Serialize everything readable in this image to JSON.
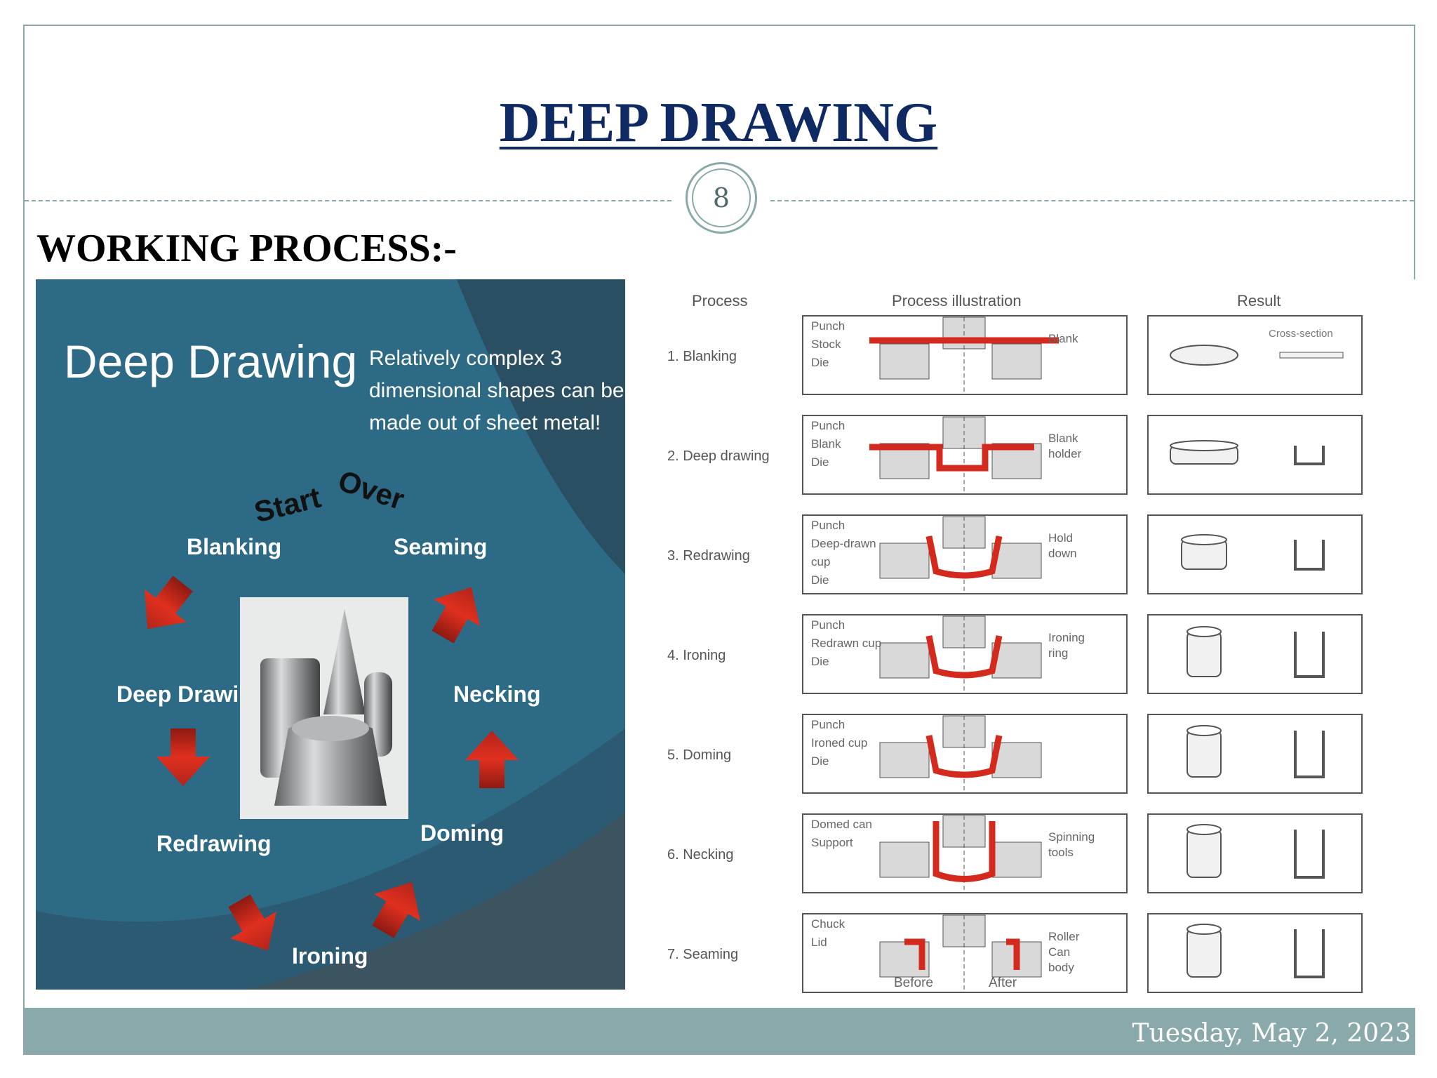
{
  "slide": {
    "title": "DEEP DRAWING",
    "page_number": "8",
    "subtitle": "WORKING PROCESS:-",
    "date": "Tuesday, May 2, 2023"
  },
  "cycle_diagram": {
    "heading": "Deep Drawing",
    "description_lines": [
      "Relatively complex 3",
      "dimensional shapes can be",
      "made out of sheet metal!"
    ],
    "start_word": "Start",
    "over_word": "Over",
    "steps": {
      "blanking": "Blanking",
      "seaming": "Seaming",
      "deep_drawing": "Deep Drawing",
      "necking": "Necking",
      "redrawing": "Redrawing",
      "doming": "Doming",
      "ironing": "Ironing"
    },
    "colors": {
      "background": "#2d6a86",
      "arrow": "#d42a1e",
      "text": "#ffffff"
    }
  },
  "process_table": {
    "headers": {
      "process": "Process",
      "illustration": "Process illustration",
      "result": "Result"
    },
    "cross_section_label": "Cross-section",
    "rows": [
      {
        "process": "1. Blanking",
        "labels_left": [
          "Punch",
          "Stock",
          "Die"
        ],
        "labels_right": [
          "Blank"
        ]
      },
      {
        "process": "2. Deep drawing",
        "labels_left": [
          "Punch",
          "Blank",
          "Die"
        ],
        "labels_right": [
          "Blank",
          "holder"
        ]
      },
      {
        "process": "3. Redrawing",
        "labels_left": [
          "Punch",
          "Deep-drawn",
          "cup",
          "Die"
        ],
        "labels_right": [
          "Hold",
          "down"
        ]
      },
      {
        "process": "4. Ironing",
        "labels_left": [
          "Punch",
          "Redrawn cup",
          "Die"
        ],
        "labels_right": [
          "Ironing",
          "ring"
        ]
      },
      {
        "process": "5. Doming",
        "labels_left": [
          "Punch",
          "Ironed cup",
          "Die"
        ],
        "labels_right": []
      },
      {
        "process": "6. Necking",
        "labels_left": [
          "Domed can",
          "Support"
        ],
        "labels_right": [
          "Spinning",
          "tools"
        ]
      },
      {
        "process": "7. Seaming",
        "labels_left": [
          "Chuck",
          "Lid"
        ],
        "labels_right": [
          "Roller",
          "Can",
          "body"
        ],
        "labels_bottom": [
          "Before",
          "After"
        ]
      }
    ],
    "colors": {
      "metal": "#d42a1e",
      "tool": "#d9d9d9",
      "line": "#555555"
    }
  }
}
